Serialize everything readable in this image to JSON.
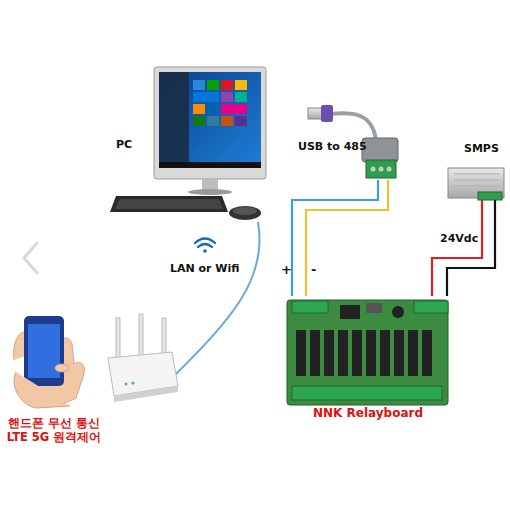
{
  "diagram": {
    "nodes": [
      {
        "text": [
          "PC"
        ]
      },
      {
        "text": [
          "USB to 485"
        ]
      },
      {
        "text": [
          "SMPS"
        ]
      },
      {
        "text": [
          "NNK Relayboard"
        ]
      },
      {
        "text": [
          "핸드폰 무선 통신 LTE 5G 원격제어"
        ]
      }
    ],
    "edges": [
      {
        "from": 1,
        "to": 3,
        "arrow": "none"
      },
      {
        "from": 1,
        "to": 3,
        "arrow": "none"
      },
      {
        "from": 2,
        "to": 3,
        "arrow": "none"
      },
      {
        "from": 2,
        "to": 3,
        "arrow": "none"
      }
    ],
    "labels": [
      "LAN or Wifi",
      "+",
      "-",
      "24Vdc"
    ]
  }
}
